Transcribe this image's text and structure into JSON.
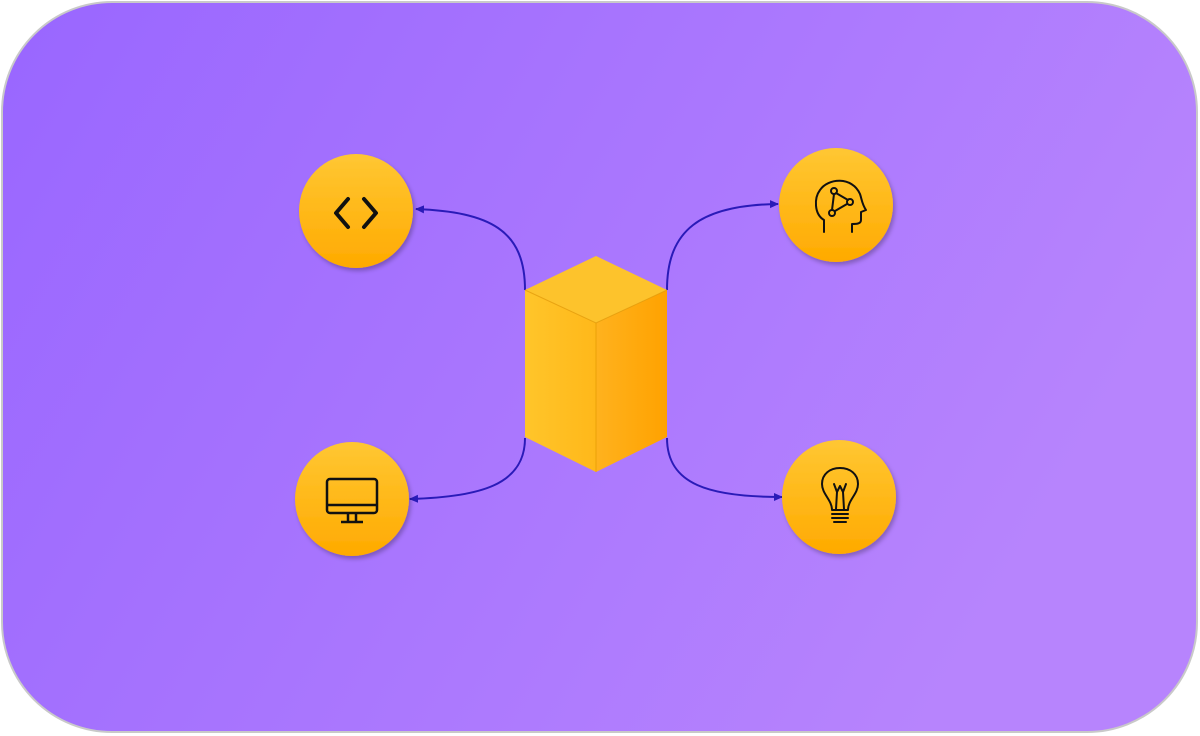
{
  "diagram": {
    "center_node": {
      "shape": "cube",
      "colors": {
        "top": "#FDC32C",
        "left_face_start": "#FFC52A",
        "left_face_end": "#FFB81A",
        "right_face_start": "#FFB21E",
        "right_face_end": "#FFA200"
      }
    },
    "nodes": [
      {
        "id": "code",
        "icon": "code-brackets-icon"
      },
      {
        "id": "ai-head",
        "icon": "ai-brain-head-icon"
      },
      {
        "id": "monitor",
        "icon": "desktop-monitor-icon"
      },
      {
        "id": "idea",
        "icon": "lightbulb-icon"
      }
    ],
    "edges": [
      {
        "from": "center",
        "to": "code"
      },
      {
        "from": "center",
        "to": "ai-head"
      },
      {
        "from": "center",
        "to": "monitor"
      },
      {
        "from": "center",
        "to": "idea"
      }
    ]
  },
  "colors": {
    "background_start": "#9966FF",
    "background_end": "#B784FD",
    "node_fill_top": "#FFC733",
    "node_fill_bottom": "#FFAA00",
    "edge_stroke": "#2A1BB8",
    "icon_stroke": "#111111"
  }
}
